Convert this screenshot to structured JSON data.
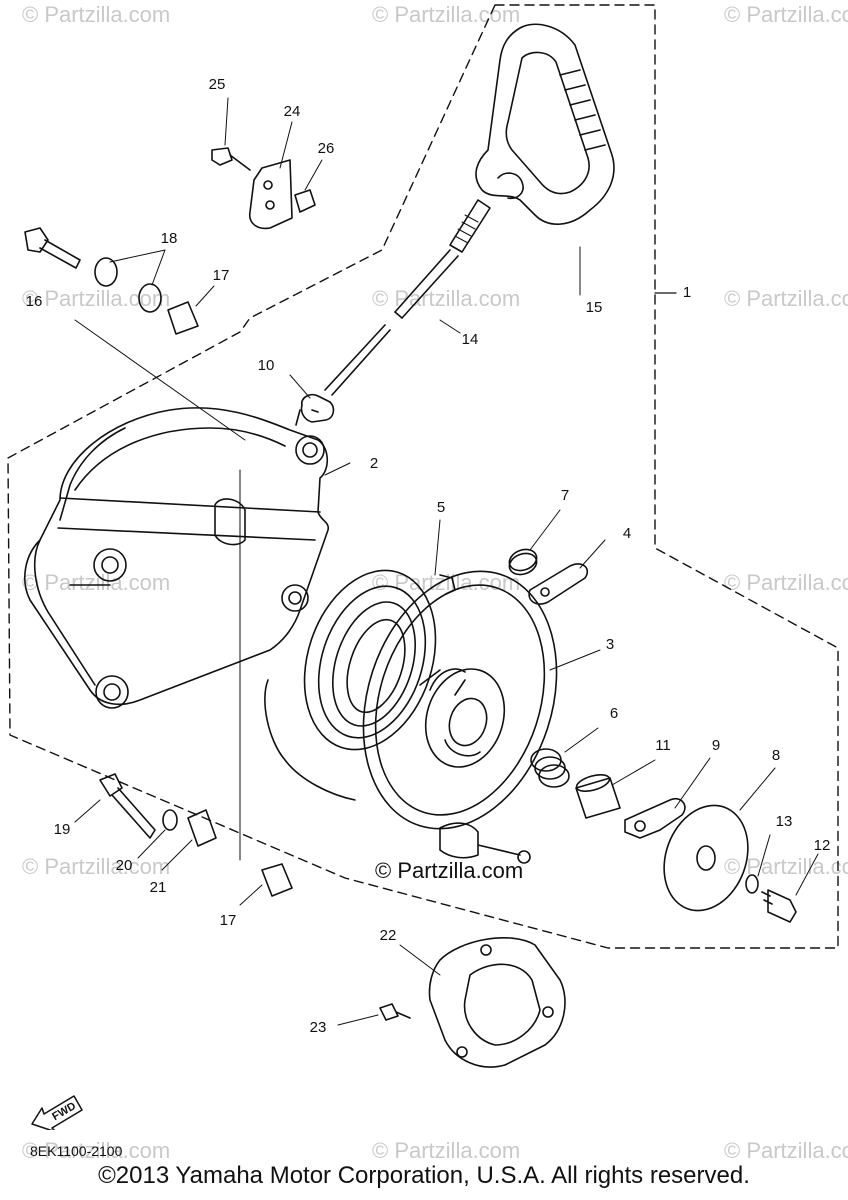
{
  "watermarks": {
    "text": "© Partzilla.com",
    "center": "© Partzilla.com"
  },
  "callouts": {
    "c1": "1",
    "c2": "2",
    "c3": "3",
    "c4": "4",
    "c5": "5",
    "c6": "6",
    "c7": "7",
    "c8": "8",
    "c9": "9",
    "c10": "10",
    "c11": "11",
    "c12": "12",
    "c13": "13",
    "c14": "14",
    "c15": "15",
    "c16": "16",
    "c17a": "17",
    "c17b": "17",
    "c18": "18",
    "c19": "19",
    "c20": "20",
    "c21": "21",
    "c22": "22",
    "c23": "23",
    "c24": "24",
    "c25": "25",
    "c26": "26"
  },
  "fwd_label": "FWD",
  "part_code": "8EK1100-2100",
  "copyright": "©2013  Yamaha Motor Corporation, U.S.A. All rights reserved."
}
